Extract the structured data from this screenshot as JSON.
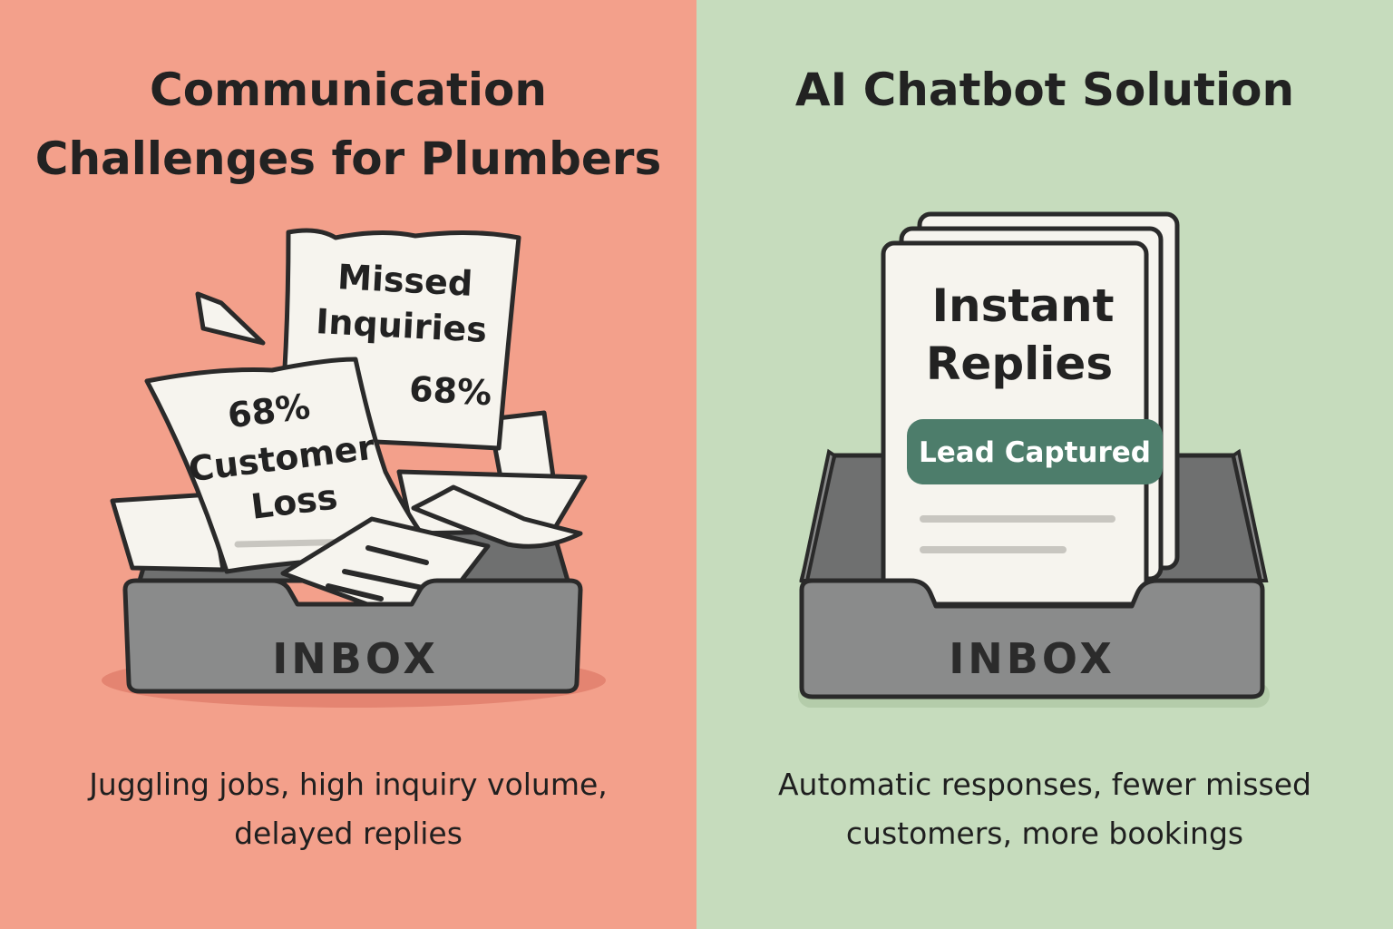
{
  "colors": {
    "left_bg": "#f3a08b",
    "right_bg": "#c6dcbd",
    "tray": "#8a8b8b",
    "tray_dark": "#6f7070",
    "paper": "#f6f4ee",
    "badge": "#4d7d6b",
    "ink": "#222222"
  },
  "left": {
    "title_line1": "Communication",
    "title_line2": "Challenges for Plumbers",
    "paper_back": {
      "line1": "Missed",
      "line2": "Inquiries",
      "stat": "68%"
    },
    "paper_front": {
      "stat": "68%",
      "line1": "Customer",
      "line2": "Loss"
    },
    "tray_label": "INBOX",
    "caption_line1": "Juggling jobs, high inquiry volume,",
    "caption_line2": "delayed replies"
  },
  "right": {
    "title": "AI Chatbot Solution",
    "card": {
      "line1": "Instant",
      "line2": "Replies",
      "badge": "Lead Captured"
    },
    "tray_label": "INBOX",
    "caption_line1": "Automatic responses, fewer missed",
    "caption_line2": "customers, more bookings"
  }
}
